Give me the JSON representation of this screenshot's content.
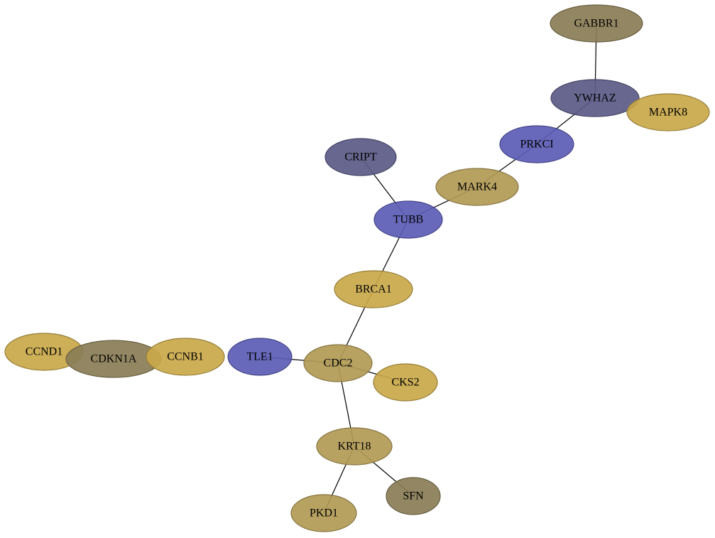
{
  "colors": {
    "gold": "#c9a84a",
    "khaki": "#b29a55",
    "olive": "#8a7d56",
    "blue": "#5b5cb5",
    "slate": "#5a5a87"
  },
  "nodes": [
    {
      "id": "GABBR1",
      "label": "GABBR1",
      "color": "olive"
    },
    {
      "id": "YWHAZ",
      "label": "YWHAZ",
      "color": "slate"
    },
    {
      "id": "MAPK8",
      "label": "MAPK8",
      "color": "gold"
    },
    {
      "id": "PRKCI",
      "label": "PRKCI",
      "color": "blue"
    },
    {
      "id": "CRIPT",
      "label": "CRIPT",
      "color": "slate"
    },
    {
      "id": "MARK4",
      "label": "MARK4",
      "color": "khaki"
    },
    {
      "id": "TUBB",
      "label": "TUBB",
      "color": "blue"
    },
    {
      "id": "BRCA1",
      "label": "BRCA1",
      "color": "gold"
    },
    {
      "id": "CCND1",
      "label": "CCND1",
      "color": "gold"
    },
    {
      "id": "CDKN1A",
      "label": "CDKN1A",
      "color": "olive"
    },
    {
      "id": "CCNB1",
      "label": "CCNB1",
      "color": "gold"
    },
    {
      "id": "TLE1",
      "label": "TLE1",
      "color": "blue"
    },
    {
      "id": "CDC2",
      "label": "CDC2",
      "color": "khaki"
    },
    {
      "id": "CKS2",
      "label": "CKS2",
      "color": "gold"
    },
    {
      "id": "KRT18",
      "label": "KRT18",
      "color": "khaki"
    },
    {
      "id": "SFN",
      "label": "SFN",
      "color": "olive"
    },
    {
      "id": "PKD1",
      "label": "PKD1",
      "color": "khaki"
    }
  ],
  "edges": [
    [
      "GABBR1",
      "YWHAZ"
    ],
    [
      "YWHAZ",
      "PRKCI"
    ],
    [
      "PRKCI",
      "MARK4"
    ],
    [
      "MARK4",
      "TUBB"
    ],
    [
      "CRIPT",
      "TUBB"
    ],
    [
      "TUBB",
      "BRCA1"
    ],
    [
      "BRCA1",
      "CDC2"
    ],
    [
      "TLE1",
      "CDC2"
    ],
    [
      "CDC2",
      "CKS2"
    ],
    [
      "CDC2",
      "KRT18"
    ],
    [
      "KRT18",
      "SFN"
    ],
    [
      "KRT18",
      "PKD1"
    ]
  ]
}
